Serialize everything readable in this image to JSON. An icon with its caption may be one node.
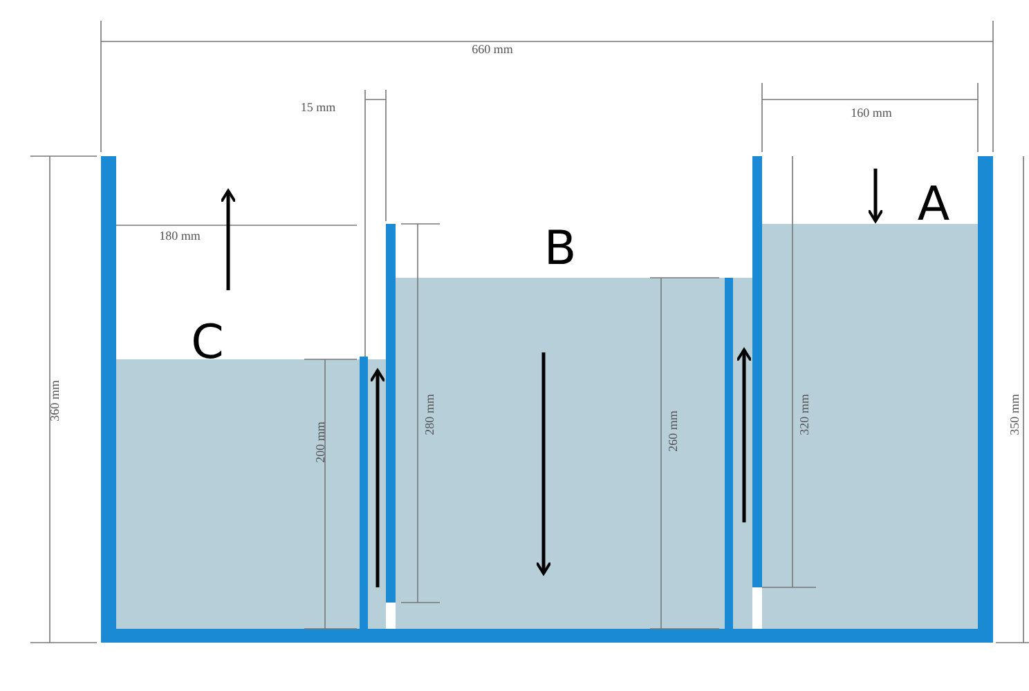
{
  "diagram": {
    "labels": [
      "660 mm",
      "15 mm",
      "160 mm",
      "A",
      "180 mm",
      "B",
      "C",
      "360 mm",
      "280 mm",
      "200 mm",
      "260 mm",
      "320 mm",
      "350 mm"
    ]
  }
}
